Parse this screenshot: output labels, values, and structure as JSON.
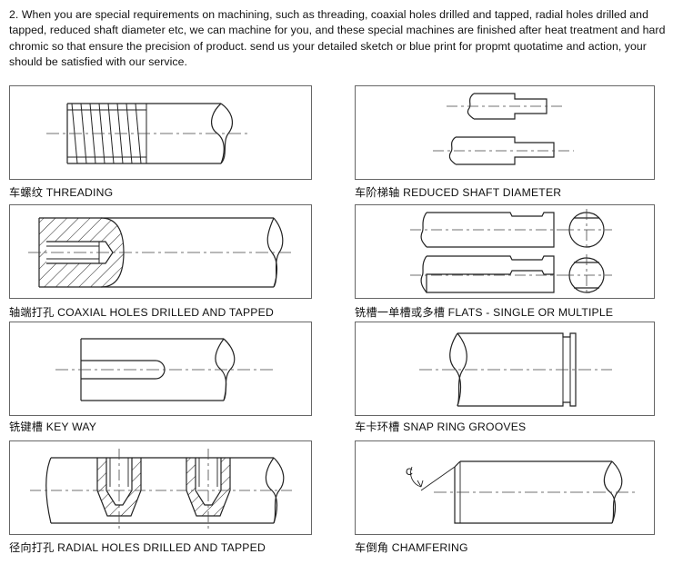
{
  "intro": {
    "text": "2. When you are special requirements on machining, such as threading, coaxial holes drilled and tapped, radial holes drilled and tapped, reduced shaft diameter etc,  we can  machine for you,  and these  special machines are finished after heat treatment and hard chromic so that ensure the precision of product.  send us your detailed sketch or blue print for  propmt  quotatime and action, your should be satisfied with our service."
  },
  "captions": {
    "threading": "车螺纹 THREADING",
    "reduced": "车阶梯轴 REDUCED SHAFT DIAMETER",
    "coaxial": "轴端打孔 COAXIAL HOLES DRILLED AND TAPPED",
    "flats": "铣槽一单槽或多槽 FLATS - SINGLE OR MULTIPLE",
    "keyway": "铣键槽 KEY WAY",
    "snapring": "车卡环槽 SNAP RING GROOVES",
    "radial": "径向打孔 RADIAL HOLES DRILLED AND TAPPED",
    "chamfering": "车倒角 CHAMFERING"
  },
  "labels": {
    "chamfer_letter": "C"
  }
}
